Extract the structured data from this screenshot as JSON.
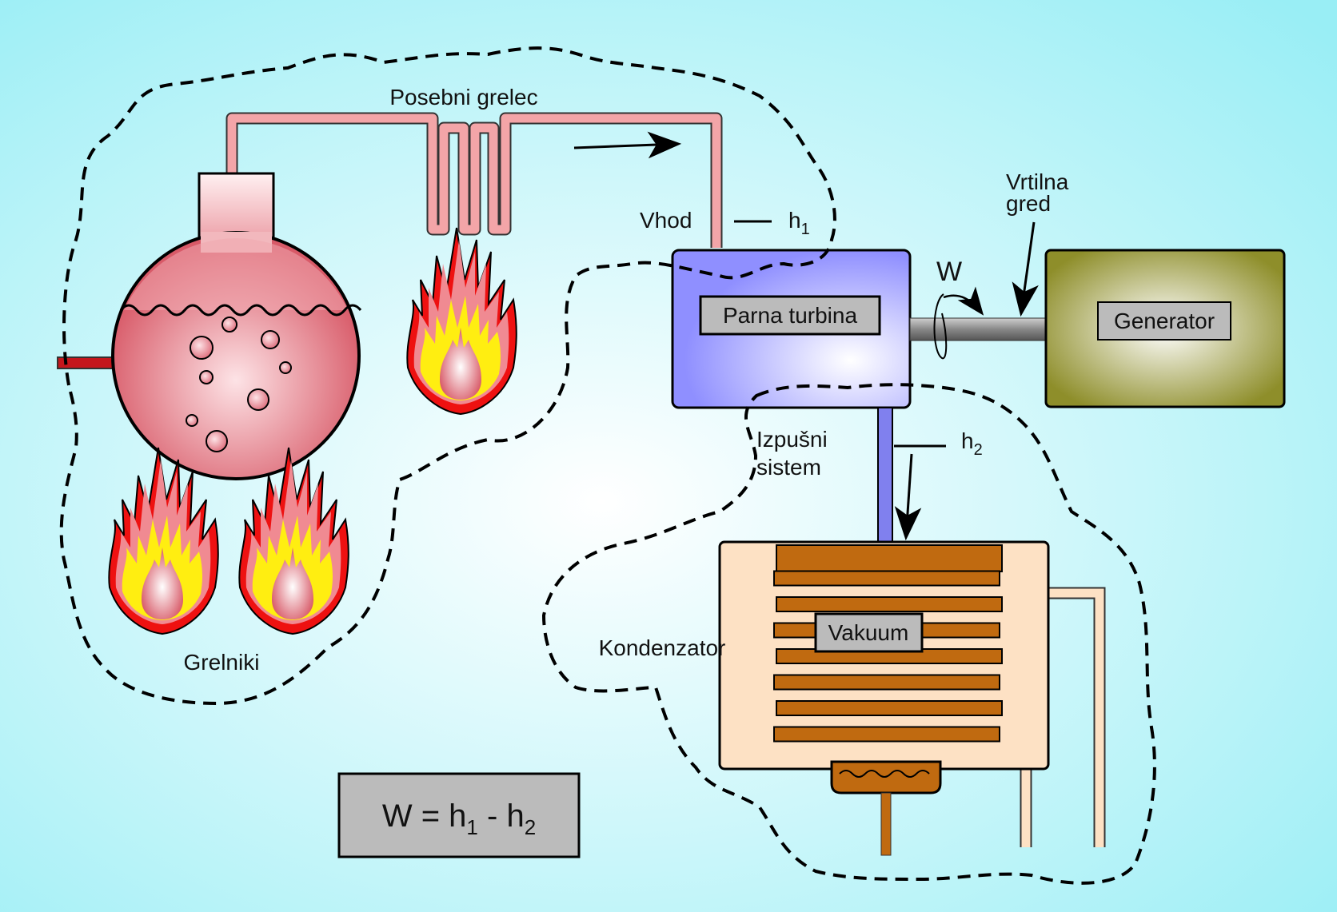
{
  "labels": {
    "superheater": "Posebni grelec",
    "inlet": "Vhod",
    "h1_base": "h",
    "h1_sub": "1",
    "shaft": [
      "Vrtilna",
      "gred"
    ],
    "work": "W",
    "turbine": "Parna turbina",
    "generator": "Generator",
    "exhaust": [
      "Izpušni",
      "sistem"
    ],
    "h2_base": "h",
    "h2_sub": "2",
    "condenser": "Kondenzator",
    "vacuum": "Vakuum",
    "heaters": "Grelniki"
  },
  "formula": {
    "lhs": "W = h",
    "sub1": "1",
    "mid": " - h",
    "sub2": "2"
  },
  "colors": {
    "background_edge": "#99eef5",
    "background_center": "#ffffff",
    "turbine": "#aaaaff",
    "generator": "#999933",
    "boiler": "#dd6677",
    "condenser_body": "#fde1c4",
    "condenser_coil": "#c06a10",
    "pipe_hot": "#f3a5a8",
    "pipe_cold": "#8080ee",
    "label_box": "#bbbbbb"
  }
}
